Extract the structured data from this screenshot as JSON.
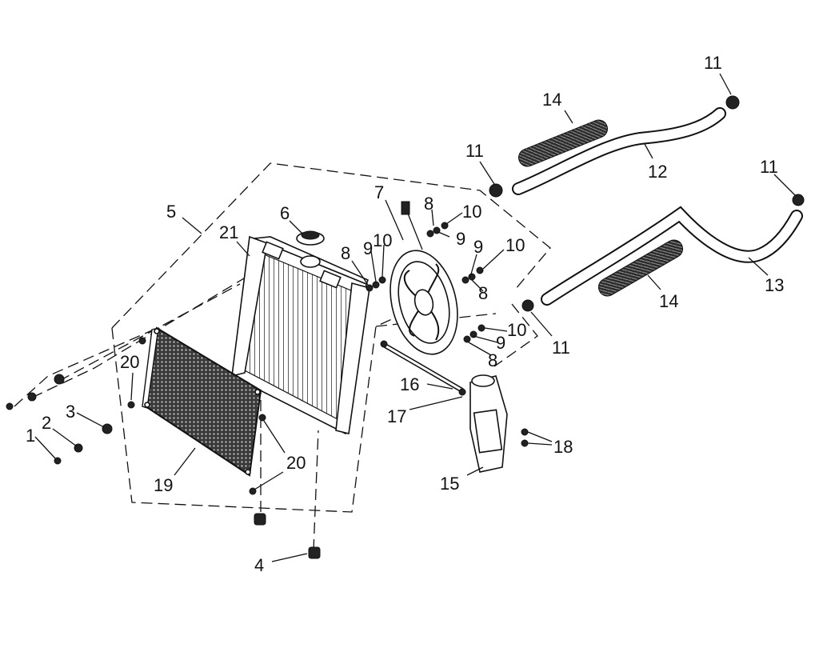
{
  "diagram": {
    "colors": {
      "ink": "#111111",
      "background": "#ffffff"
    },
    "labels": [
      {
        "id": "l1",
        "text": "1"
      },
      {
        "id": "l2",
        "text": "2"
      },
      {
        "id": "l3",
        "text": "3"
      },
      {
        "id": "l4",
        "text": "4"
      },
      {
        "id": "l5",
        "text": "5"
      },
      {
        "id": "l6",
        "text": "6"
      },
      {
        "id": "l7",
        "text": "7"
      },
      {
        "id": "l8a",
        "text": "8"
      },
      {
        "id": "l8b",
        "text": "8"
      },
      {
        "id": "l8c",
        "text": "8"
      },
      {
        "id": "l8d",
        "text": "8"
      },
      {
        "id": "l9a",
        "text": "9"
      },
      {
        "id": "l9b",
        "text": "9"
      },
      {
        "id": "l9c",
        "text": "9"
      },
      {
        "id": "l9d",
        "text": "9"
      },
      {
        "id": "l10a",
        "text": "10"
      },
      {
        "id": "l10b",
        "text": "10"
      },
      {
        "id": "l10c",
        "text": "10"
      },
      {
        "id": "l10d",
        "text": "10"
      },
      {
        "id": "l11a",
        "text": "11"
      },
      {
        "id": "l11b",
        "text": "11"
      },
      {
        "id": "l11c",
        "text": "11"
      },
      {
        "id": "l11d",
        "text": "11"
      },
      {
        "id": "l12",
        "text": "12"
      },
      {
        "id": "l13",
        "text": "13"
      },
      {
        "id": "l14a",
        "text": "14"
      },
      {
        "id": "l14b",
        "text": "14"
      },
      {
        "id": "l15",
        "text": "15"
      },
      {
        "id": "l16",
        "text": "16"
      },
      {
        "id": "l17",
        "text": "17"
      },
      {
        "id": "l18",
        "text": "18"
      },
      {
        "id": "l19",
        "text": "19"
      },
      {
        "id": "l20a",
        "text": "20"
      },
      {
        "id": "l20b",
        "text": "20"
      },
      {
        "id": "l21",
        "text": "21"
      }
    ]
  }
}
